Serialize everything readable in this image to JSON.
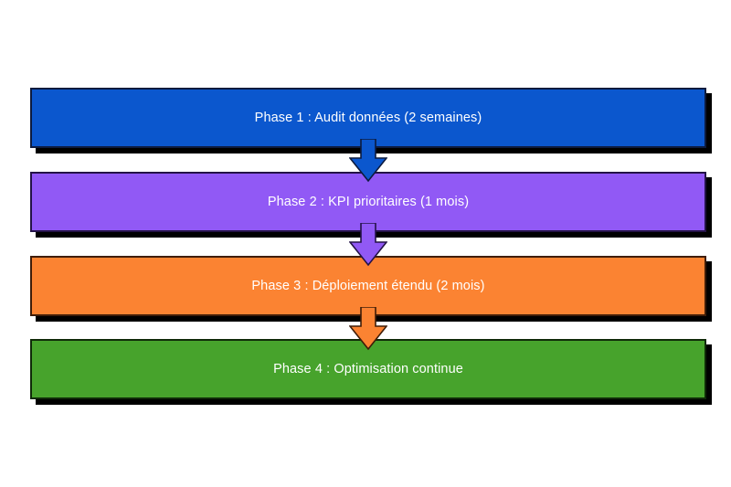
{
  "diagram": {
    "type": "vertical-flowchart",
    "title": "",
    "background_color": "#ffffff",
    "phases": [
      {
        "id": "phase-1",
        "label": "Phase 1 : Audit données (2 semaines)",
        "phase_number": "1",
        "name": "Audit données",
        "duration": "2 semaines",
        "fill_color": "#0b57ce",
        "border_color": "#0d1b3e",
        "text_color": "#ffffff"
      },
      {
        "id": "phase-2",
        "label": "Phase 2 : KPI prioritaires (1 mois)",
        "phase_number": "2",
        "name": "KPI prioritaires",
        "duration": "1 mois",
        "fill_color": "#9159f5",
        "border_color": "#241347",
        "text_color": "#ffffff"
      },
      {
        "id": "phase-3",
        "label": "Phase 3 : Déploiement étendu (2 mois)",
        "phase_number": "3",
        "name": "Déploiement étendu",
        "duration": "2 mois",
        "fill_color": "#fb8332",
        "border_color": "#3f1d08",
        "text_color": "#ffffff"
      },
      {
        "id": "phase-4",
        "label": "Phase 4 : Optimisation continue",
        "phase_number": "4",
        "name": "Optimisation continue",
        "duration": "",
        "fill_color": "#47a32c",
        "border_color": "#0f2a08",
        "text_color": "#ffffff"
      }
    ],
    "connectors": [
      {
        "id": "arrow-1-to-2",
        "from": "phase-1",
        "to": "phase-2",
        "fill_color": "#0b57ce",
        "border_color": "#0d1b3e",
        "direction": "down"
      },
      {
        "id": "arrow-2-to-3",
        "from": "phase-2",
        "to": "phase-3",
        "fill_color": "#9159f5",
        "border_color": "#241347",
        "direction": "down"
      },
      {
        "id": "arrow-3-to-4",
        "from": "phase-3",
        "to": "phase-4",
        "fill_color": "#fb8332",
        "border_color": "#3f1d08",
        "direction": "down"
      }
    ]
  }
}
